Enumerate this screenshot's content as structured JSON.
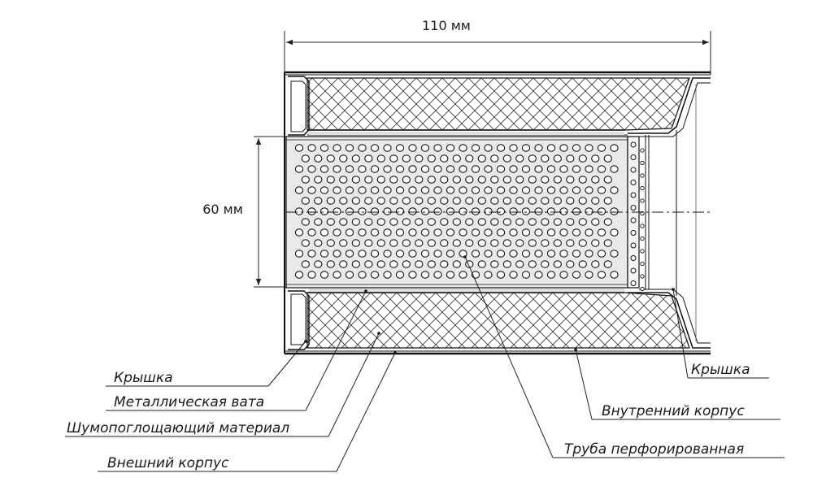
{
  "dimensions": {
    "length": "110 мм",
    "diameter": "60 мм"
  },
  "labels": {
    "cap_left": "Крышка",
    "cap_right": "Крышка",
    "metal_wool": "Металлическая вата",
    "sound_absorbing": "Шумопоглощающий материал",
    "outer_housing": "Внешний корпус",
    "inner_housing": "Внутренний корпус",
    "perforated_tube": "Труба перфорированная"
  }
}
